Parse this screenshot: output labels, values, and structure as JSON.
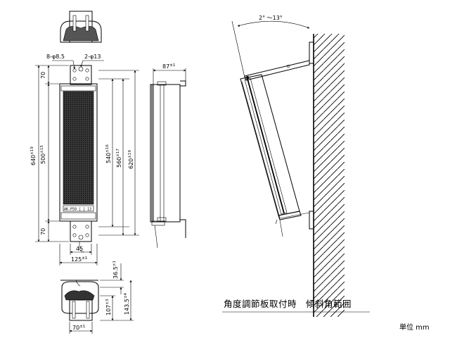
{
  "front": {
    "hole_a": "8-φ8.5",
    "hole_b": "2-φ13",
    "h_total": "640",
    "h_total_tol": "±19",
    "h_top": "70",
    "h_grille": "500",
    "h_grille_tol": "±15",
    "h_bottom": "70",
    "h_540": "540",
    "h_540_tol": "±16",
    "h_560": "560",
    "h_560_tol": "±17",
    "h_620": "620",
    "h_620_tol": "±19",
    "w_45": "45",
    "w_125": "125",
    "w_125_tol": "±1",
    "label_text": "AK-P50 [ ] 13"
  },
  "side": {
    "depth": "87",
    "depth_tol": "±1"
  },
  "bottom": {
    "d_365": "36.5",
    "d_365_tol": "±1",
    "d_1435": "143.5",
    "d_1435_tol": "±4",
    "d_107": "107",
    "d_107_tol": "±3",
    "w_70": "70",
    "w_70_tol": "±1"
  },
  "angle": {
    "range": "2° ～13°"
  },
  "caption": "角度調節板取付時　傾斜角範囲",
  "unit_label": "単位 mm"
}
